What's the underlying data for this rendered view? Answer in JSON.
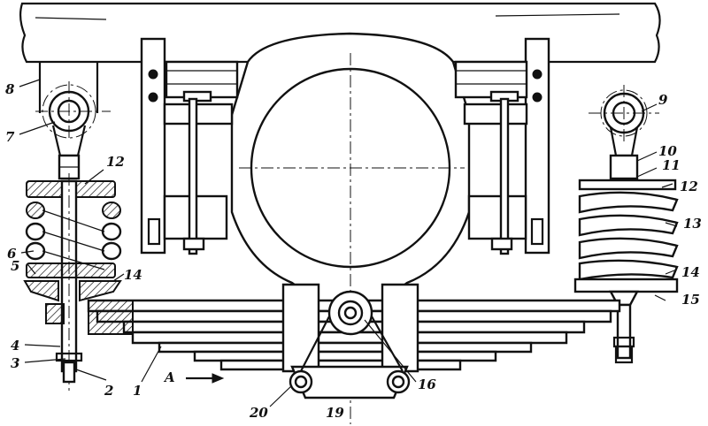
{
  "callouts": [
    {
      "id": "c1",
      "text": "1"
    },
    {
      "id": "c2",
      "text": "2"
    },
    {
      "id": "c3",
      "text": "3"
    },
    {
      "id": "c4",
      "text": "4"
    },
    {
      "id": "c5",
      "text": "5"
    },
    {
      "id": "c6",
      "text": "6"
    },
    {
      "id": "c7",
      "text": "7"
    },
    {
      "id": "c8",
      "text": "8"
    },
    {
      "id": "c9",
      "text": "9"
    },
    {
      "id": "c10",
      "text": "10"
    },
    {
      "id": "c11",
      "text": "11"
    },
    {
      "id": "c12a",
      "text": "12"
    },
    {
      "id": "c12b",
      "text": "12"
    },
    {
      "id": "c13",
      "text": "13"
    },
    {
      "id": "c14a",
      "text": "14"
    },
    {
      "id": "c14b",
      "text": "14"
    },
    {
      "id": "c15",
      "text": "15"
    },
    {
      "id": "c16",
      "text": "16"
    },
    {
      "id": "c19",
      "text": "19"
    },
    {
      "id": "c20",
      "text": "20"
    }
  ],
  "view_arrow_label": "A"
}
